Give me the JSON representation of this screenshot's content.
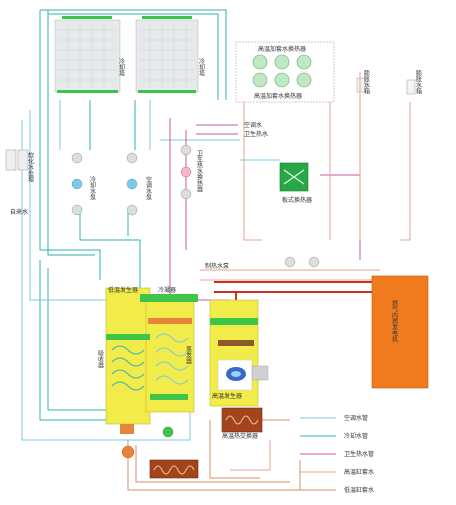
{
  "labels": {
    "cooling_tower": "冷却塔",
    "hp_group": "高温加套水换热器",
    "expansion_tank": "膨胀水箱",
    "ac_water": "空调水",
    "domestic_hot_water": "卫生热水",
    "hx_domestic": "卫生热水换热器",
    "plate_hx": "板式换热器",
    "softener": "软化水处理",
    "tap_water": "自来水",
    "cooling_pump": "冷却水泵",
    "ac_pump": "空调水泵",
    "hot_water_pump": "制热水泵",
    "low_temp_generator": "低温发生器",
    "condenser": "冷凝器",
    "evaporator": "蒸发器",
    "absorber": "吸收器",
    "high_temp_generator": "高温发生器",
    "high_temp_hx": "高温热交换器",
    "engine": "燃气内燃发电机"
  },
  "legend": [
    {
      "label": "空调水管",
      "color": "#7ec9e6"
    },
    {
      "label": "冷却水管",
      "color": "#2fb0b0"
    },
    {
      "label": "卫生热水管",
      "color": "#c45aa0"
    },
    {
      "label": "高温缸套水",
      "color": "#e8a090"
    },
    {
      "label": "低温缸套水",
      "color": "#d98c6a"
    }
  ],
  "colors": {
    "ac": "#7ec9e6",
    "cooling": "#2fb0b0",
    "domestic": "#c45aa0",
    "hot_jacket": "#e8a090",
    "cold_jacket": "#d98c6a",
    "exhaust": "#c83020",
    "engine": "#f07b1e",
    "yellow": "#f2ec4a",
    "green": "#3ec44a"
  }
}
